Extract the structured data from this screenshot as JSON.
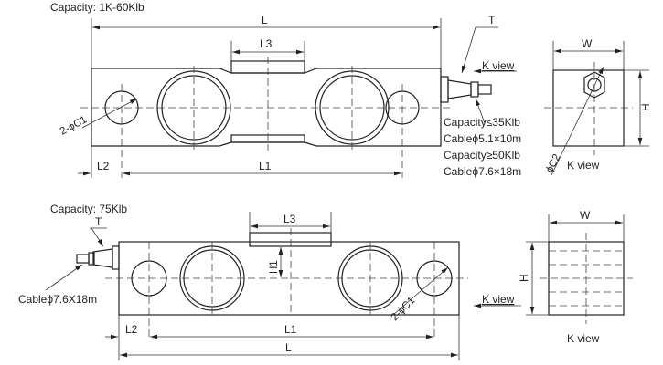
{
  "top": {
    "capacity_title": "Capacity: 1K-60Klb",
    "dim_L": "L",
    "dim_L1": "L1",
    "dim_L2": "L2",
    "dim_L3": "L3",
    "dim_T": "T",
    "dim_W": "W",
    "dim_H": "H",
    "hole_label": "2-ϕC1",
    "c2_label": "ϕC2",
    "k_view_arrow": "K view",
    "k_view_caption": "K view",
    "notes": [
      "Capacity≤35Klb",
      "Cableϕ5.1×10m",
      "Capacity≥50Klb",
      "Cableϕ7.6×18m"
    ]
  },
  "bottom": {
    "capacity_title": "Capacity: 75Klb",
    "dim_L": "L",
    "dim_L1": "L1",
    "dim_L2": "L2",
    "dim_L3": "L3",
    "dim_H1": "H1",
    "dim_T": "T",
    "dim_W": "W",
    "dim_H": "H",
    "hole_label": "2-ϕC1",
    "cable_label": "Cableϕ7.6X18m",
    "k_view_arrow": "K view",
    "k_view_caption": "K view"
  }
}
